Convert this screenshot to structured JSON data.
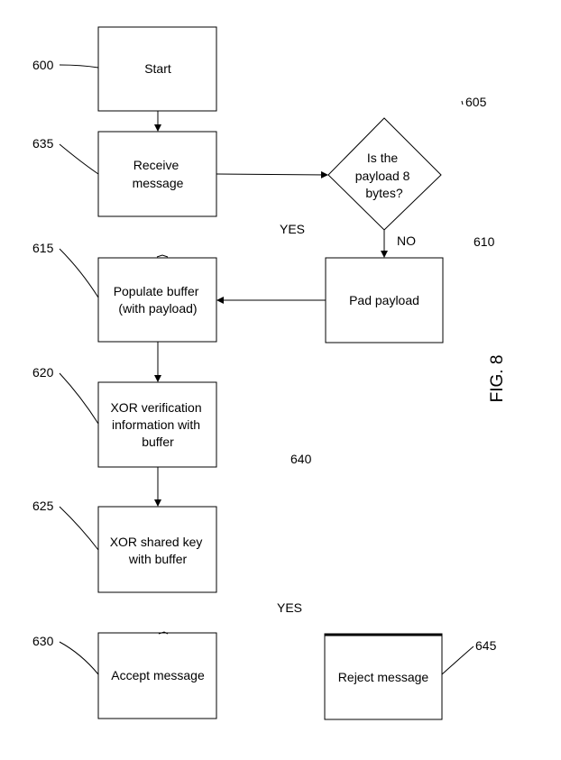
{
  "figure_label": "FIG. 8",
  "nodes": {
    "start": {
      "ref": "600",
      "lines": [
        "Start"
      ]
    },
    "receive": {
      "ref": "635",
      "lines": [
        "Receive",
        "message"
      ]
    },
    "decision": {
      "ref": "605",
      "lines": [
        "Is the",
        "payload 8",
        "bytes?"
      ]
    },
    "pad": {
      "ref": "610",
      "lines": [
        "Pad payload"
      ]
    },
    "populate": {
      "ref": "615",
      "lines": [
        "Populate buffer",
        "(with payload)"
      ]
    },
    "xor_verify": {
      "ref": "620",
      "lines": [
        "XOR verification",
        "information with",
        "buffer"
      ]
    },
    "xor_key": {
      "ref": "625",
      "lines": [
        "XOR shared key",
        "with buffer"
      ]
    },
    "accept": {
      "ref": "630",
      "lines": [
        "Accept message"
      ]
    },
    "reject": {
      "ref": "645",
      "lines": [
        "Reject message"
      ]
    }
  },
  "labels": {
    "yes_upper": "YES",
    "no": "NO",
    "ref_640": "640",
    "yes_lower": "YES"
  }
}
